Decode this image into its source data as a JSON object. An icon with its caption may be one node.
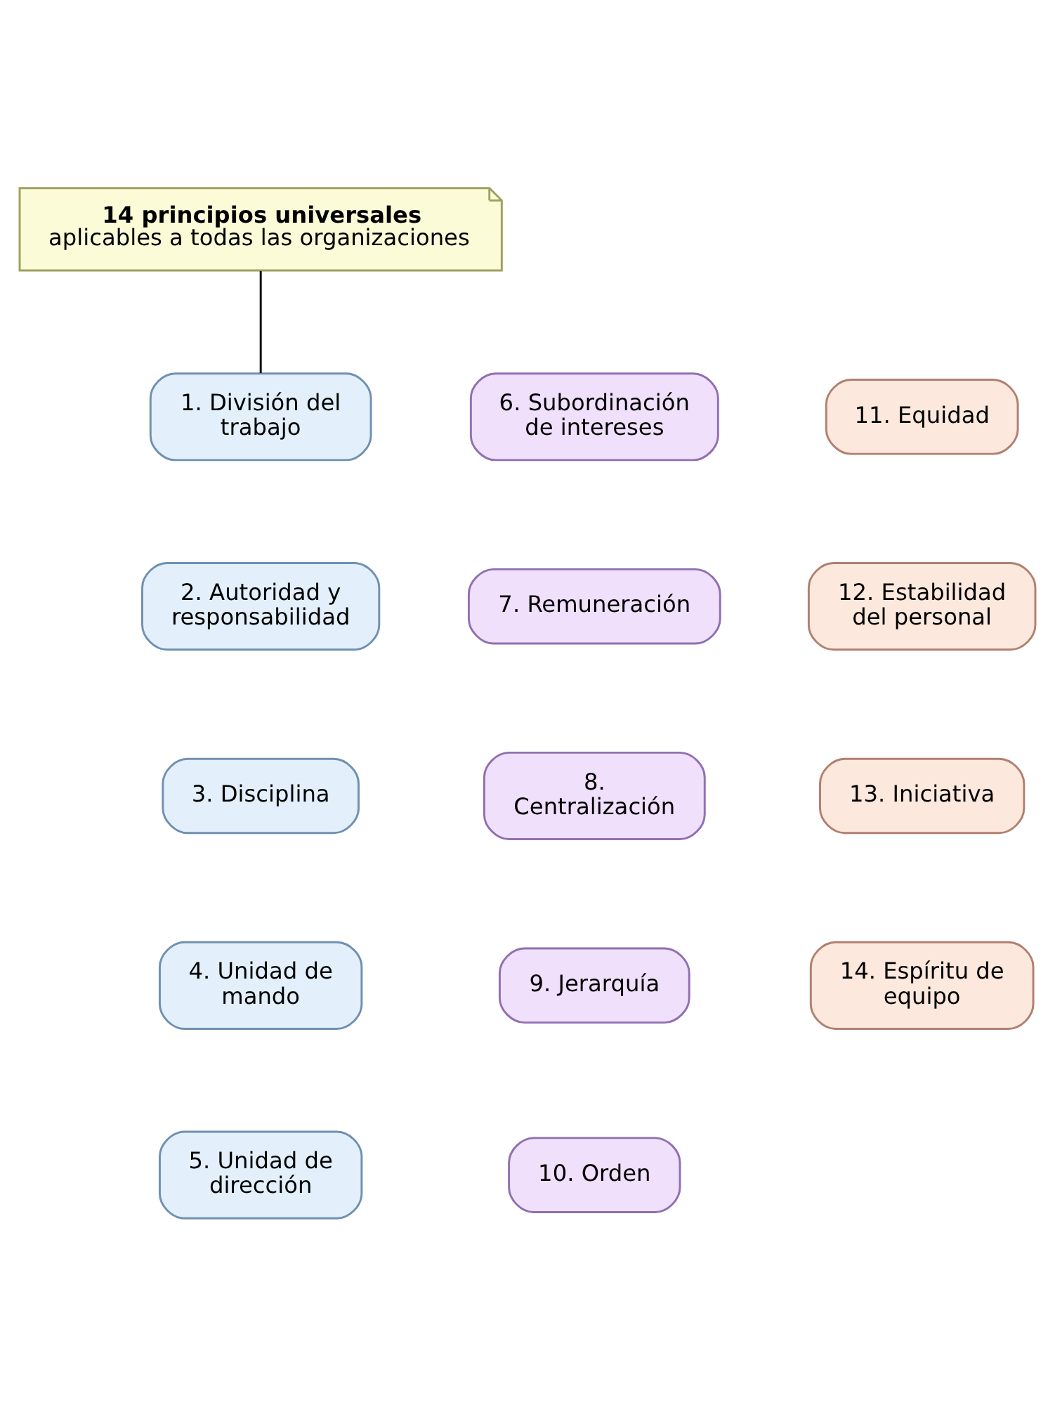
{
  "diagram": {
    "nodes": [
      {
        "text": [
          "14 principios universales",
          "aplicables a todas las organizaciones"
        ]
      },
      {
        "text": [
          "1. División del trabajo"
        ]
      },
      {
        "text": [
          "2. Autoridad y responsabilidad"
        ]
      },
      {
        "text": [
          "3. Disciplina"
        ]
      },
      {
        "text": [
          "4. Unidad de mando"
        ]
      },
      {
        "text": [
          "5. Unidad de dirección"
        ]
      },
      {
        "text": [
          "6. Subordinación de intereses"
        ]
      },
      {
        "text": [
          "7. Remuneración"
        ]
      },
      {
        "text": [
          "8. Centralización"
        ]
      },
      {
        "text": [
          "9. Jerarquía"
        ]
      },
      {
        "text": [
          "10. Orden"
        ]
      },
      {
        "text": [
          "11. Equidad"
        ]
      },
      {
        "text": [
          "12. Estabilidad del personal"
        ]
      },
      {
        "text": [
          "13. Iniciativa"
        ]
      },
      {
        "text": [
          "14. Espíritu de equipo"
        ]
      }
    ],
    "edges": [
      {
        "from": 0,
        "to": 1,
        "arrow": "none"
      }
    ]
  }
}
